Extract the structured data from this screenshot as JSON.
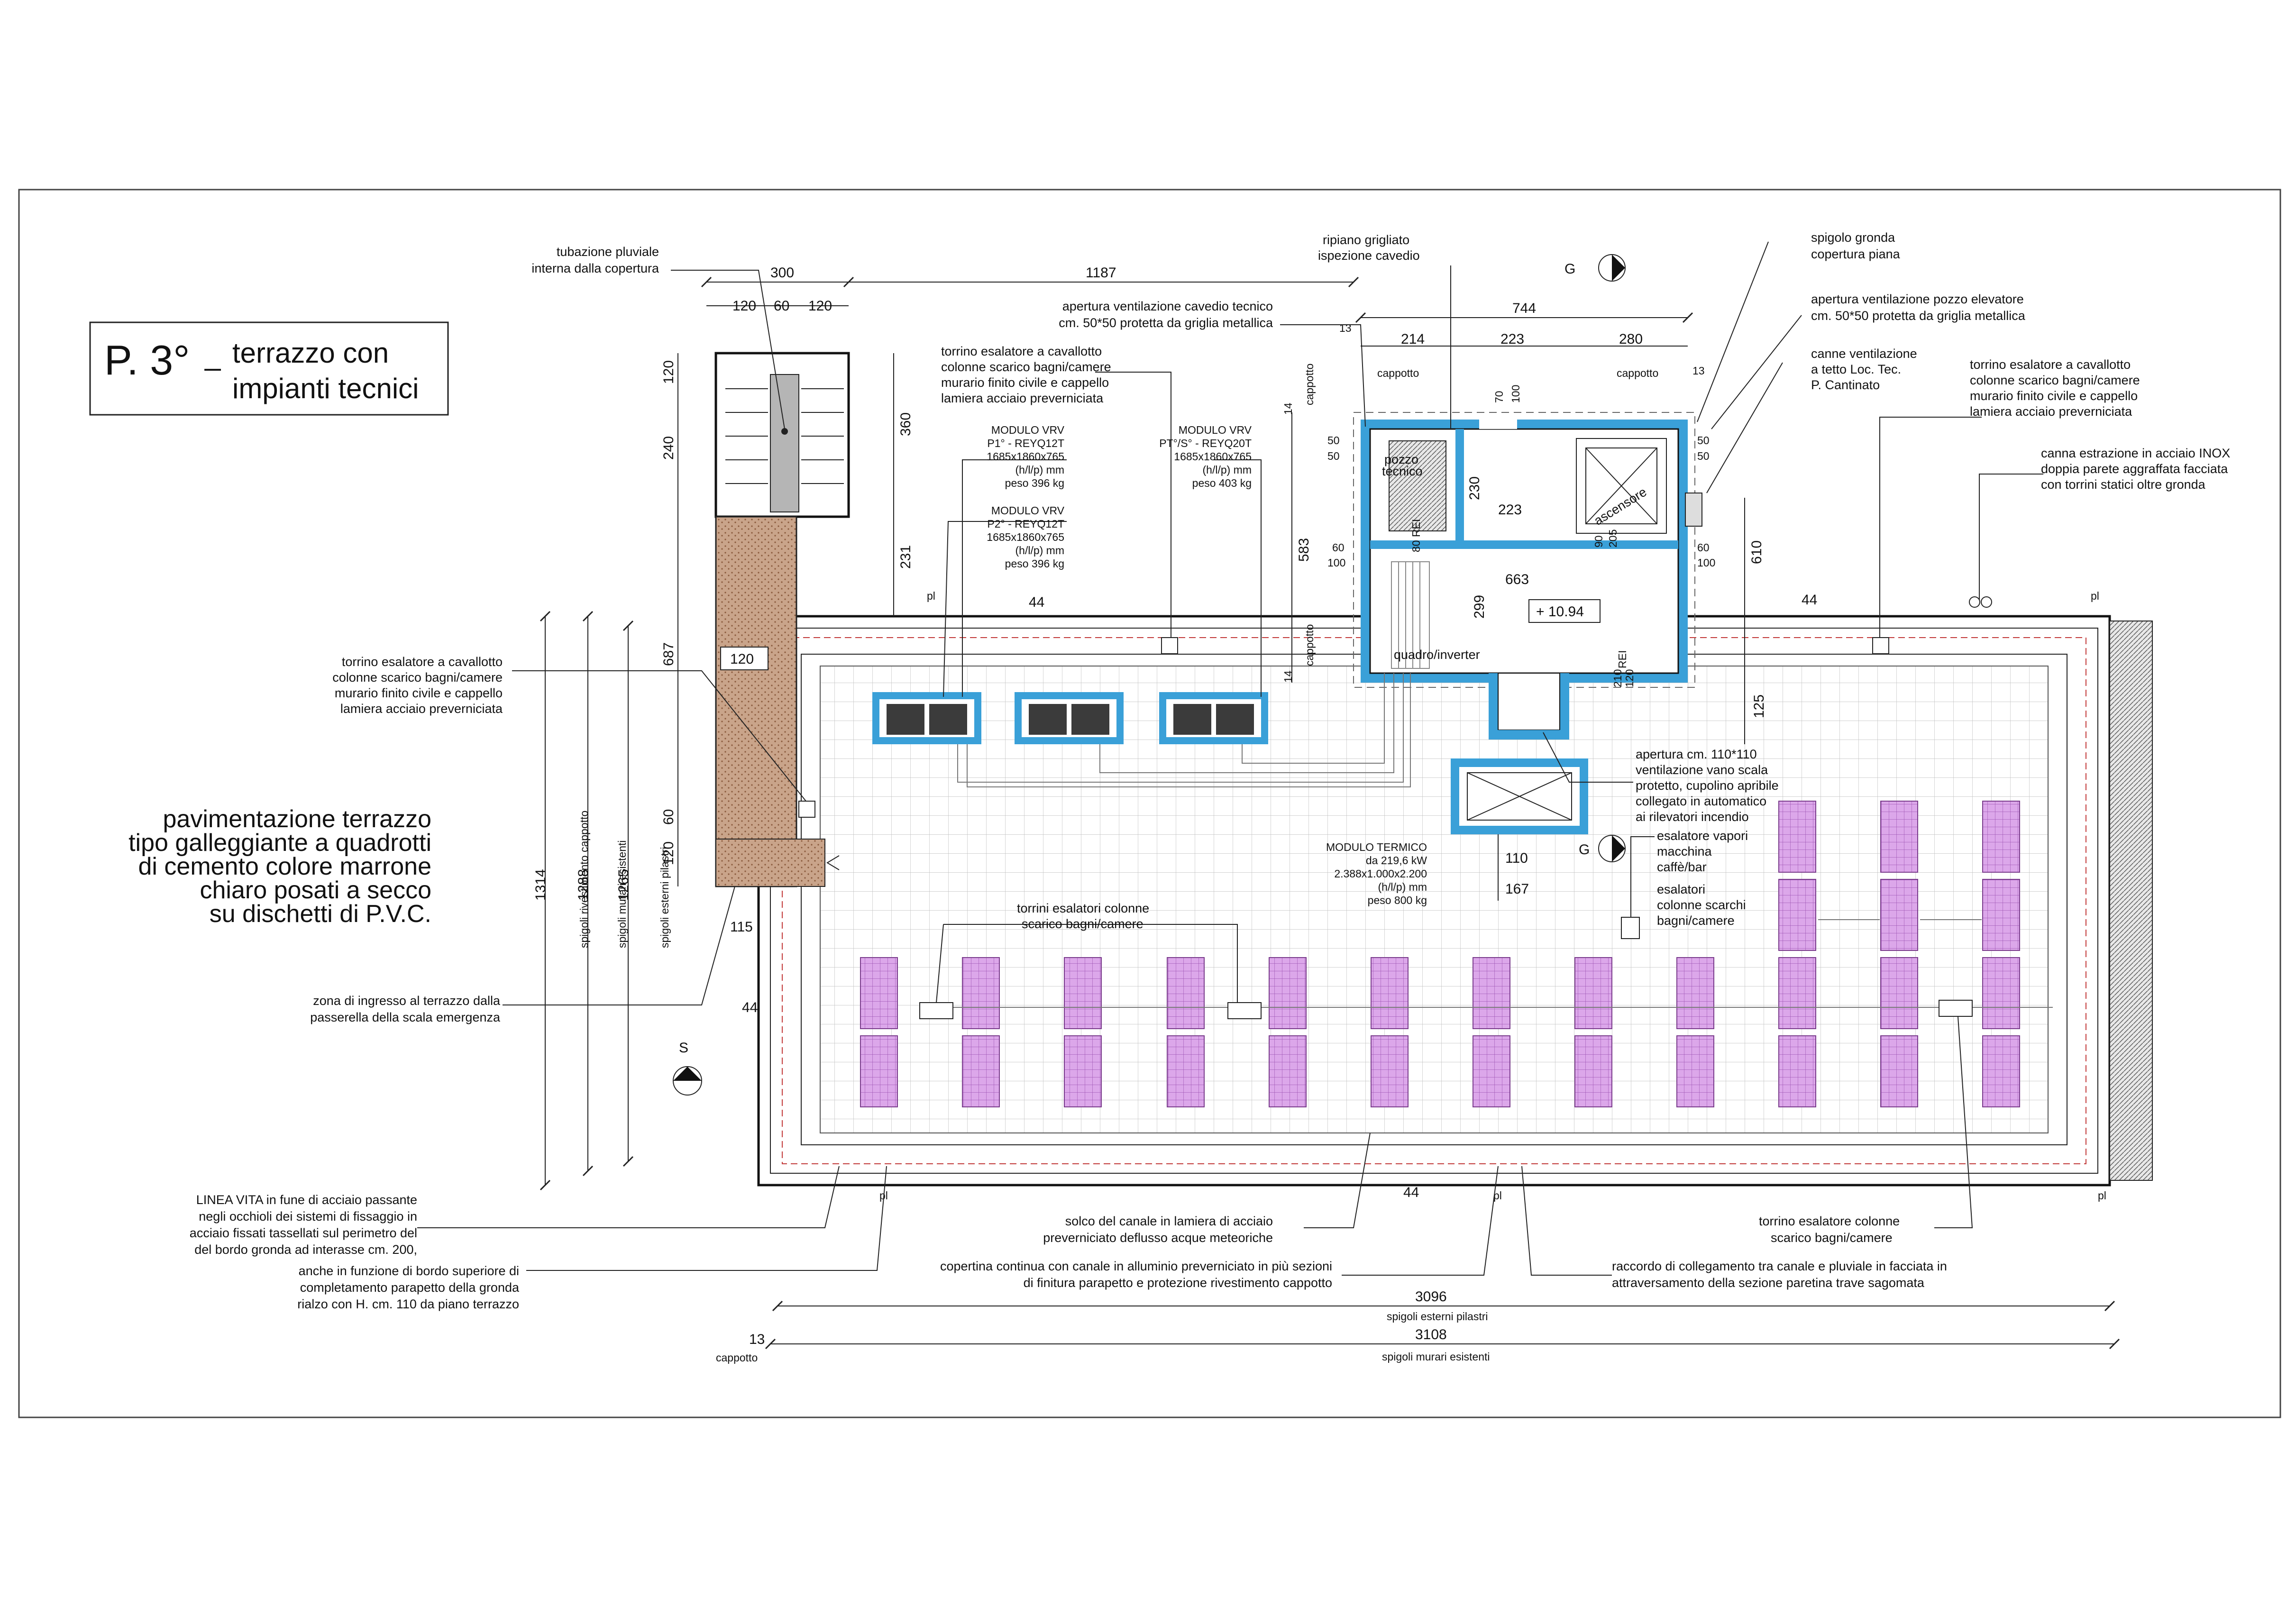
{
  "title": {
    "main": "P. 3°",
    "dash": "_",
    "line1": "terrazzo con",
    "line2": "impianti tecnici"
  },
  "floor_note": [
    "pavimentazione terrazzo",
    "tipo galleggiante a quadrotti",
    "di cemento colore marrone",
    "chiaro posati a secco",
    "su dischetti di P.V.C."
  ],
  "labels": {
    "tubazione": [
      "tubazione pluviale",
      "interna dalla copertura"
    ],
    "ripiano": [
      "ripiano grigliato",
      "ispezione cavedio"
    ],
    "spigolo_gronda": [
      "spigolo gronda",
      "copertura piana"
    ],
    "apertura_cavedio": [
      "apertura ventilazione cavedio tecnico",
      "cm. 50*50 protetta da griglia metallica"
    ],
    "apertura_pozzo": [
      "apertura ventilazione pozzo elevatore",
      "cm. 50*50 protetta da griglia metallica"
    ],
    "canne_ventilazione": [
      "canne ventilazione",
      "a tetto Loc. Tec.",
      "P. Cantinato"
    ],
    "torrino_top_left": [
      "torrino esalatore a cavallotto",
      "colonne scarico bagni/camere",
      "murario finito civile e cappello",
      "lamiera acciaio preverniciata"
    ],
    "torrino_top_right": [
      "torrino esalatore a cavallotto",
      "colonne scarico bagni/camere",
      "murario finito civile e cappello",
      "lamiera acciaio preverniciata"
    ],
    "torrino_left": [
      "torrino esalatore a cavallotto",
      "colonne scarico bagni/camere",
      "murario finito civile e cappello",
      "lamiera acciaio preverniciata"
    ],
    "canna_inox": [
      "canna estrazione in acciaio INOX",
      "doppia parete aggraffata facciata",
      "con torrini statici oltre gronda"
    ],
    "vrv1": [
      "MODULO VRV",
      "P1° - REYQ12T",
      "1685x1860x765",
      "(h/l/p) mm",
      "peso 396 kg"
    ],
    "vrv2": [
      "MODULO VRV",
      "P2° - REYQ12T",
      "1685x1860x765",
      "(h/l/p) mm",
      "peso 396 kg"
    ],
    "vrv3": [
      "MODULO VRV",
      "PT°/S° - REYQ20T",
      "1685x1860x765",
      "(h/l/p) mm",
      "peso 403 kg"
    ],
    "termico": [
      "MODULO TERMICO",
      "da 219,6 kW",
      "2.388x1.000x2.200",
      "(h/l/p) mm",
      "peso 800 kg"
    ],
    "apertura_vano": [
      "apertura cm. 110*110",
      "ventilazione vano scala",
      "protetto, cupolino apribile",
      "collegato in automatico",
      "ai rilevatori incendio"
    ],
    "esalatore_vapori": [
      "esalatore vapori",
      "macchina",
      "caffè/bar"
    ],
    "esalatori_colonne": [
      "esalatori",
      "colonne scarchi",
      "bagni/camere"
    ],
    "torrini_centro": [
      "torrini esalatori colonne",
      "scarico bagni/camere"
    ],
    "zona_ingresso": [
      "zona di ingresso al terrazzo dalla",
      "passerella della scala emergenza"
    ],
    "linea_vita": [
      "LINEA VITA in fune di acciaio passante",
      "negli occhioli dei sistemi di fissaggio in",
      "acciaio fissati tassellati sul perimetro del",
      "del bordo gronda ad interasse cm. 200,"
    ],
    "bordo": [
      "anche in funzione di bordo superiore di",
      "completamento parapetto della gronda",
      "rialzo con H. cm. 110 da piano terrazzo"
    ],
    "solco": [
      "solco del canale in lamiera di acciaio",
      "preverniciato deflusso acque meteoriche"
    ],
    "copertina": [
      "copertina continua con canale in alluminio preverniciato in più sezioni",
      "di finitura parapetto e protezione rivestimento cappotto"
    ],
    "raccordo": [
      "raccordo di collegamento tra canale e pluviale in facciata in",
      "attraversamento della sezione paretina trave sagomata"
    ],
    "torrino_bottom_right": [
      "torrino esalatore colonne",
      "scarico bagni/camere"
    ],
    "pozzo": [
      "pozzo",
      "tecnico"
    ],
    "ascensore": "ascensore",
    "quadro": "quadro/inverter",
    "level": "+ 10.94",
    "rei1": "80 REI",
    "rei2": "REI",
    "cappotto": "cappotto",
    "pl": "pl"
  },
  "dimensions": {
    "d300": "300",
    "d1187": "1187",
    "d120a": "120",
    "d60a": "60",
    "d120b": "120",
    "d744": "744",
    "d13a": "13",
    "d214": "214",
    "d223a": "223",
    "d280": "280",
    "d13b": "13",
    "d70": "70",
    "d100": "100",
    "d50a": "50",
    "d50b": "50",
    "d50c": "50",
    "d50d": "50",
    "d230": "230",
    "d223b": "223",
    "d60b": "60",
    "d100b": "100",
    "d60c": "60",
    "d100c": "100",
    "d663": "663",
    "d299": "299",
    "d610": "610",
    "d125": "125",
    "d583": "583",
    "d14a": "14",
    "d14b": "14",
    "d120v1": "120",
    "d240": "240",
    "d360": "360",
    "d231": "231",
    "d687": "687",
    "d120v2": "120",
    "d60v": "60",
    "d120v3": "120",
    "d115": "115",
    "d44a": "44",
    "d44b": "44",
    "d44c": "44",
    "d44d": "44",
    "d110": "110",
    "d167": "167",
    "d90": "90",
    "d205": "205",
    "d210a": "210",
    "d120c": "120",
    "d210b": "210",
    "d3096": "3096",
    "d3108": "3108",
    "d13c": "13",
    "d1314": "1314",
    "d1288": "1288",
    "d1265": "1265",
    "lbl_3096": "spigoli esterni pilastri",
    "lbl_3108": "spigoli murari esistenti",
    "lbl_1314": "spigoli rivestimento cappotto",
    "lbl_1288": "spigoli murari esistenti",
    "lbl_1265": "spigoli esterni pilastri"
  },
  "north": {
    "g_top": "G",
    "g_mid": "G",
    "s": "S"
  },
  "colors": {
    "insulation": "#3aa0d8",
    "solar_panel": "#d9a3e6",
    "stair": "#c9a48a",
    "edge_red": "#c23a3a"
  }
}
